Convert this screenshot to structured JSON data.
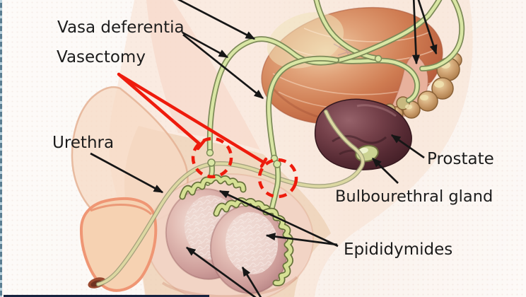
{
  "diagram": {
    "subject": "Male reproductive anatomy with vasectomy sites",
    "labels": {
      "vasa_deferentia": "Vasa deferentia",
      "vasectomy": "Vasectomy",
      "urethra": "Urethra",
      "prostate": "Prostate",
      "bulbourethral_gland": "Bulbourethral gland",
      "epididymides": "Epididymides"
    },
    "vasectomy_sites_marked": 2,
    "colors": {
      "label_text": "#1c1c1c",
      "annotation_arrow": "#161616",
      "vasectomy_marker_red": "#ee1b0c",
      "vas_deferens_tube": "#d9e6a4",
      "tube_outline": "#7d8a58",
      "urethra_tube": "#dcd8a2",
      "bladder": "#cf7c52",
      "prostate": "#572b34",
      "seminal_vesicle": "#c79a6b",
      "bulbourethral": "#cbd292",
      "testis": "#d8aaa6",
      "epididymis_coil": "#cddc8f",
      "skin": "#f3d6c2",
      "glans_outline": "#ef9674",
      "left_border": "#5b7e92",
      "bottom_bar": "#16233f"
    }
  }
}
